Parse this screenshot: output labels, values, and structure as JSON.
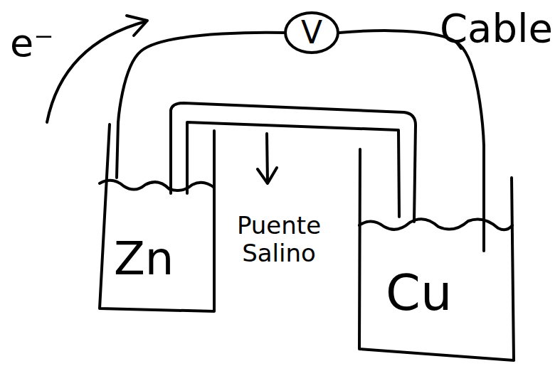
{
  "diagram": {
    "nodes": [
      {
        "text": [
          "Zn"
        ]
      },
      {
        "text": [
          "V"
        ]
      },
      {
        "text": [
          "Cu"
        ]
      }
    ],
    "edges": [
      {
        "from": 0,
        "to": 1,
        "arrow": "none"
      },
      {
        "from": 1,
        "to": 2,
        "arrow": "none"
      }
    ],
    "labels": [
      "e⁻",
      "Puente Salino",
      "Cable"
    ]
  }
}
